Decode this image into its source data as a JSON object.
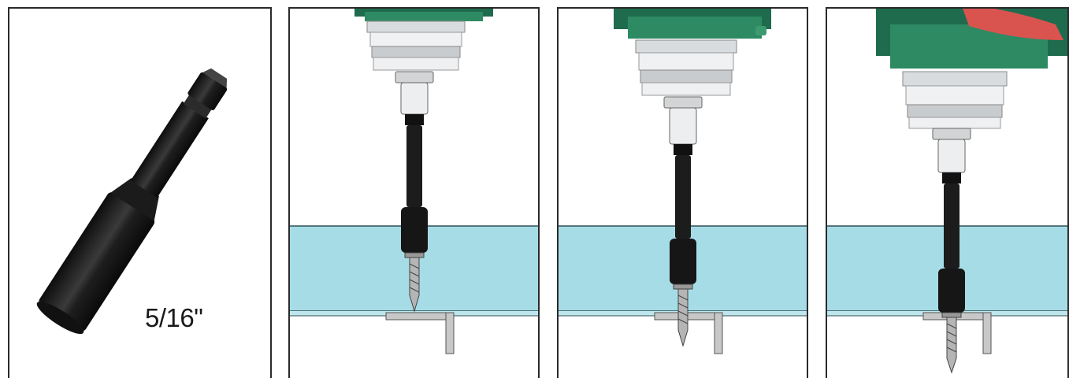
{
  "panels": [
    {
      "id": "bit",
      "label": "5/16\""
    },
    {
      "id": "step-1"
    },
    {
      "id": "step-2"
    },
    {
      "id": "step-3"
    }
  ],
  "colors": {
    "sheet": "#a6dce6",
    "sheet_edge": "#2f4f57",
    "bit": "#1a1a1a",
    "drill_body": "#1f6b4e",
    "chuck": "#e8eaec",
    "bracket": "#c8c8c8",
    "trigger": "#d9534f"
  }
}
